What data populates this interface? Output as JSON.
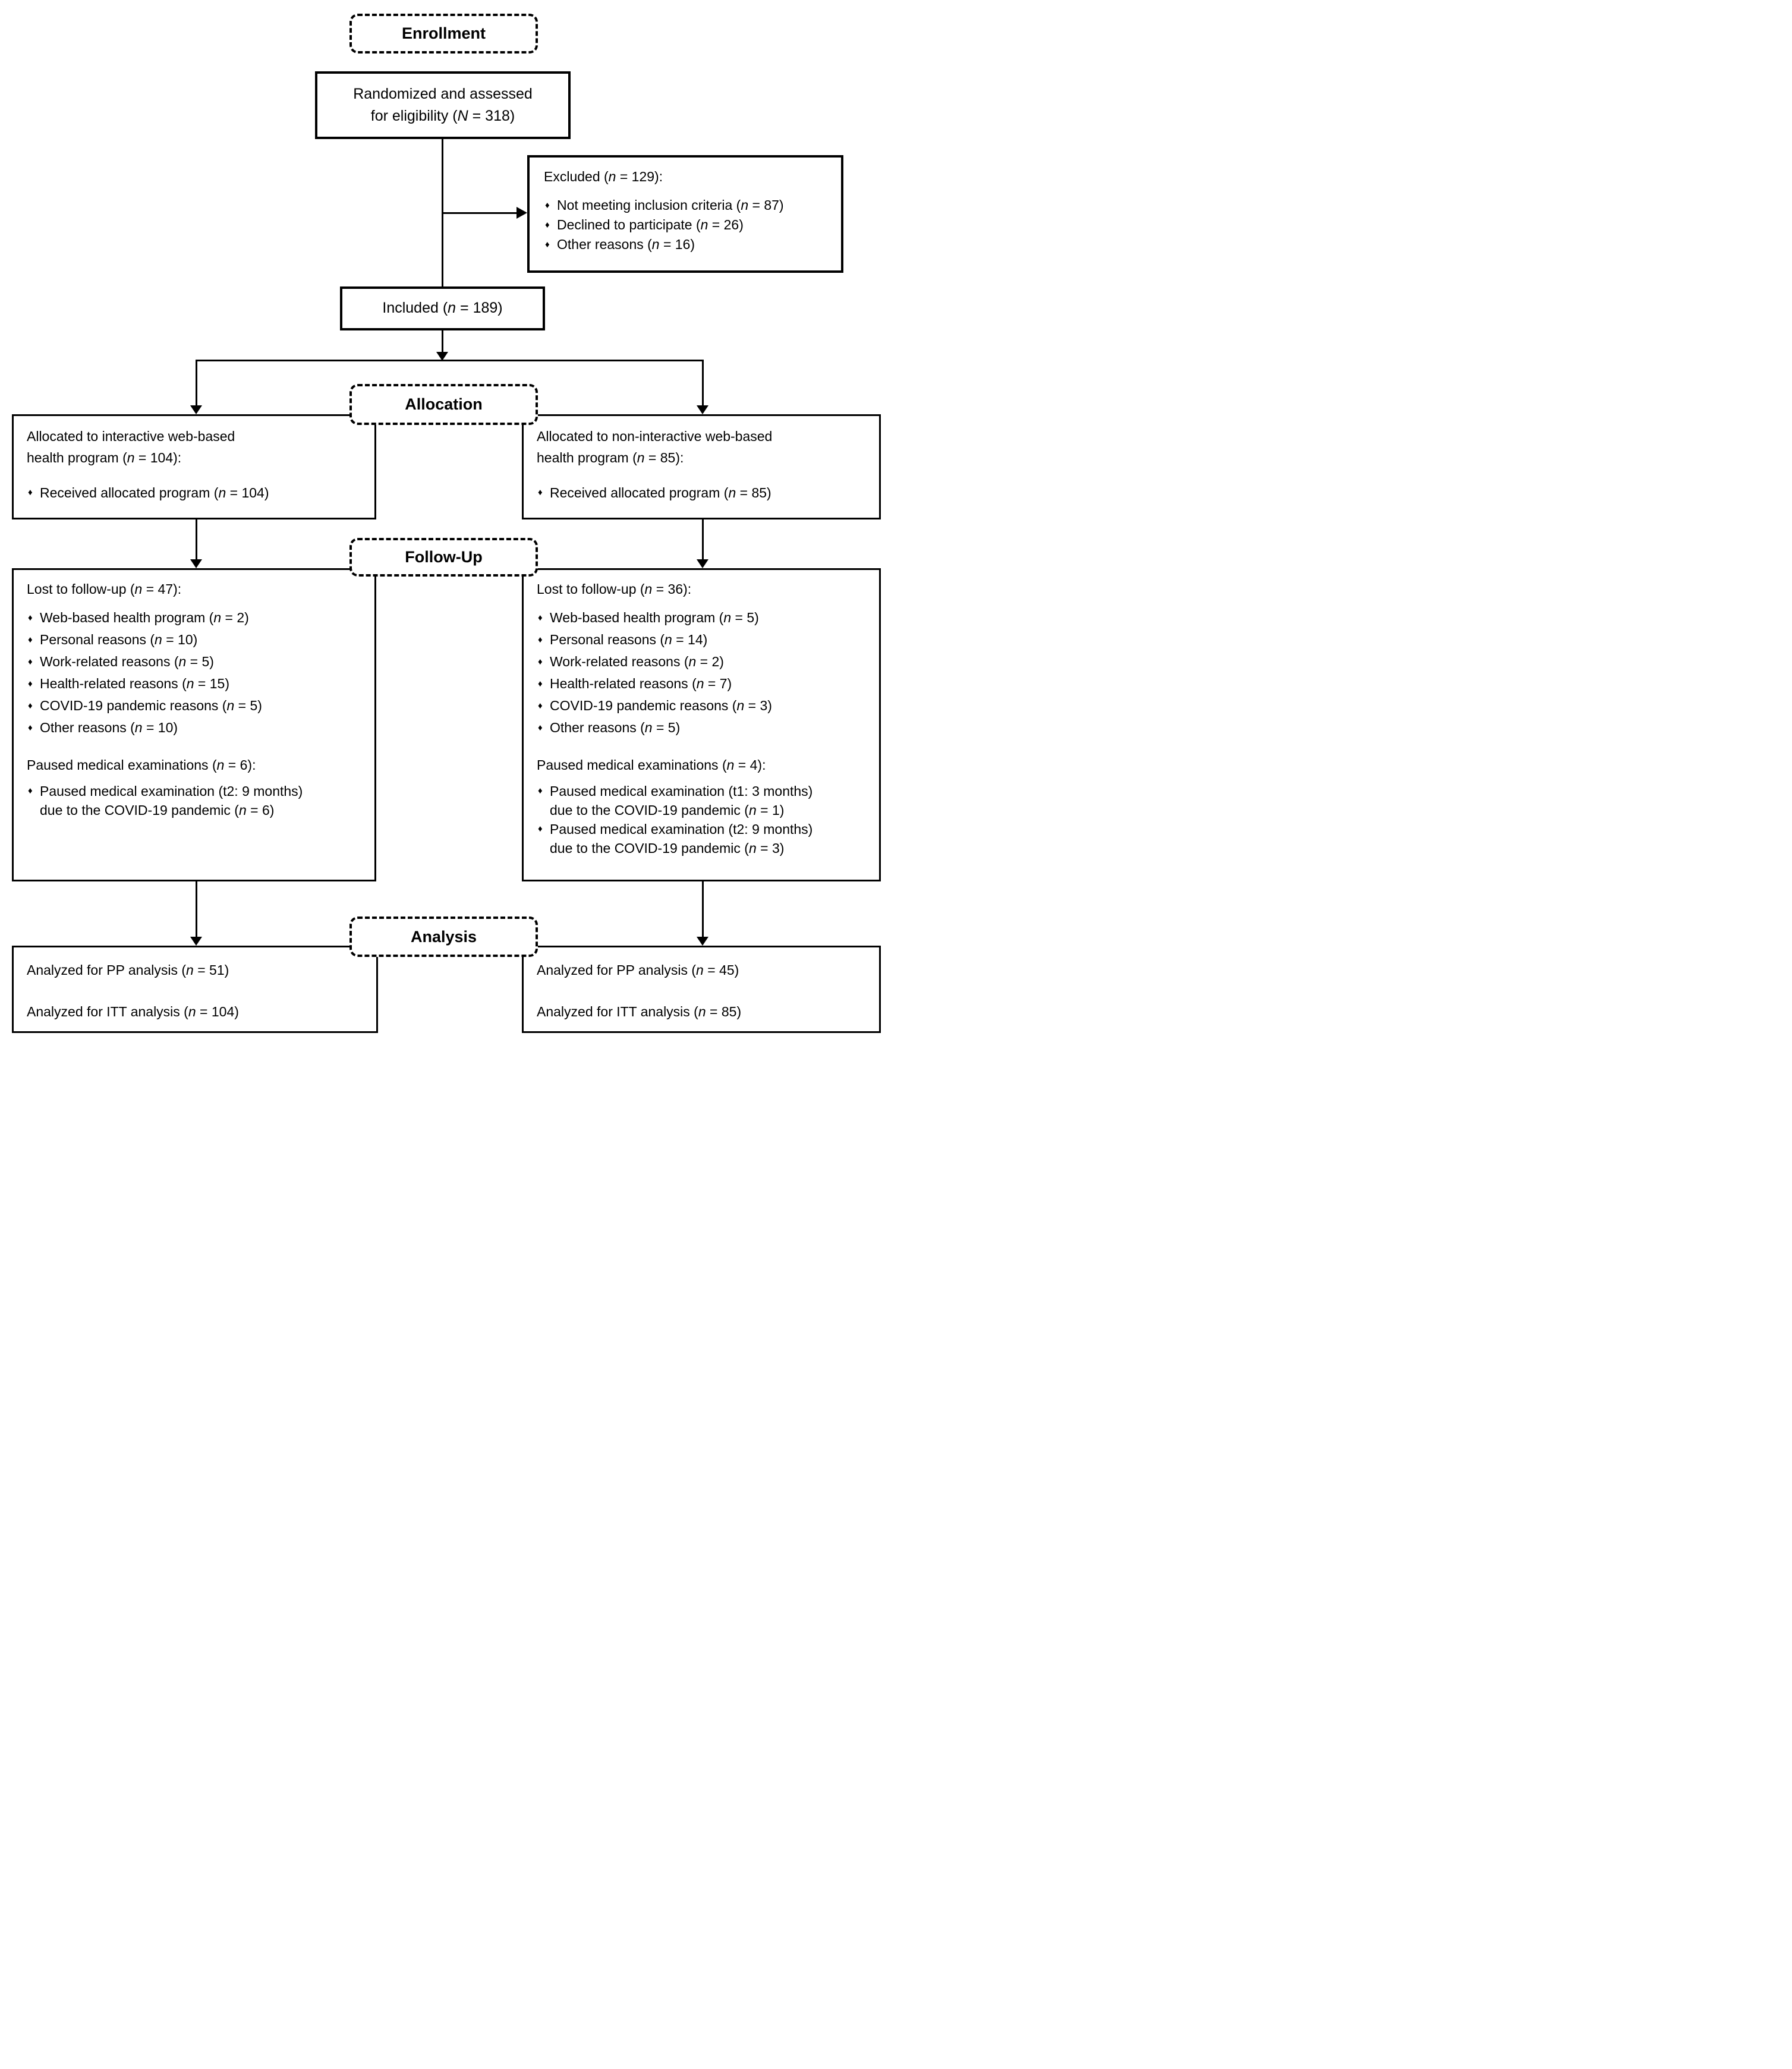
{
  "bullet_glyph": "♦",
  "colors": {
    "line": "#000000",
    "background": "#ffffff",
    "text": "#000000"
  },
  "stages": {
    "enrollment": "Enrollment",
    "allocation": "Allocation",
    "followup": "Follow-Up",
    "analysis": "Analysis"
  },
  "enrollment": {
    "randomized_lines": [
      "Randomized and assessed",
      "for eligibility (N = 318)"
    ],
    "excluded": {
      "title": "Excluded (n = 129):",
      "items": [
        "Not meeting inclusion criteria (n = 87)",
        "Declined to participate (n = 26)",
        "Other reasons (n = 16)"
      ]
    },
    "included": "Included (n = 189)"
  },
  "allocation": {
    "left": {
      "title_lines": [
        "Allocated to interactive web-based",
        "health program (n = 104):"
      ],
      "items": [
        "Received allocated program (n = 104)"
      ]
    },
    "right": {
      "title_lines": [
        "Allocated to non-interactive web-based",
        "health program (n = 85):"
      ],
      "items": [
        "Received allocated program (n = 85)"
      ]
    }
  },
  "followup": {
    "left": {
      "lost_title": "Lost to follow-up (n = 47):",
      "lost_items": [
        "Web-based health program (n = 2)",
        "Personal reasons (n = 10)",
        "Work-related reasons (n = 5)",
        "Health-related reasons (n = 15)",
        "COVID-19 pandemic reasons (n = 5)",
        "Other reasons (n = 10)"
      ],
      "paused_title": "Paused medical examinations (n = 6):",
      "paused_items": [
        [
          "Paused medical examination (t2: 9 months)",
          "due to the COVID-19 pandemic (n = 6)"
        ]
      ]
    },
    "right": {
      "lost_title": "Lost to follow-up (n = 36):",
      "lost_items": [
        "Web-based health program (n = 5)",
        "Personal reasons (n = 14)",
        "Work-related reasons (n = 2)",
        "Health-related reasons (n = 7)",
        "COVID-19 pandemic reasons (n = 3)",
        "Other reasons (n = 5)"
      ],
      "paused_title": "Paused medical examinations (n = 4):",
      "paused_items": [
        [
          "Paused medical examination (t1: 3 months)",
          "due to the COVID-19 pandemic (n = 1)"
        ],
        [
          "Paused medical examination (t2: 9 months)",
          "due to the COVID-19 pandemic (n = 3)"
        ]
      ]
    }
  },
  "analysis": {
    "left": {
      "pp": "Analyzed for PP analysis (n = 51)",
      "itt": "Analyzed for ITT analysis (n = 104)"
    },
    "right": {
      "pp": "Analyzed for PP analysis (n = 45)",
      "itt": "Analyzed for ITT analysis (n = 85)"
    }
  }
}
